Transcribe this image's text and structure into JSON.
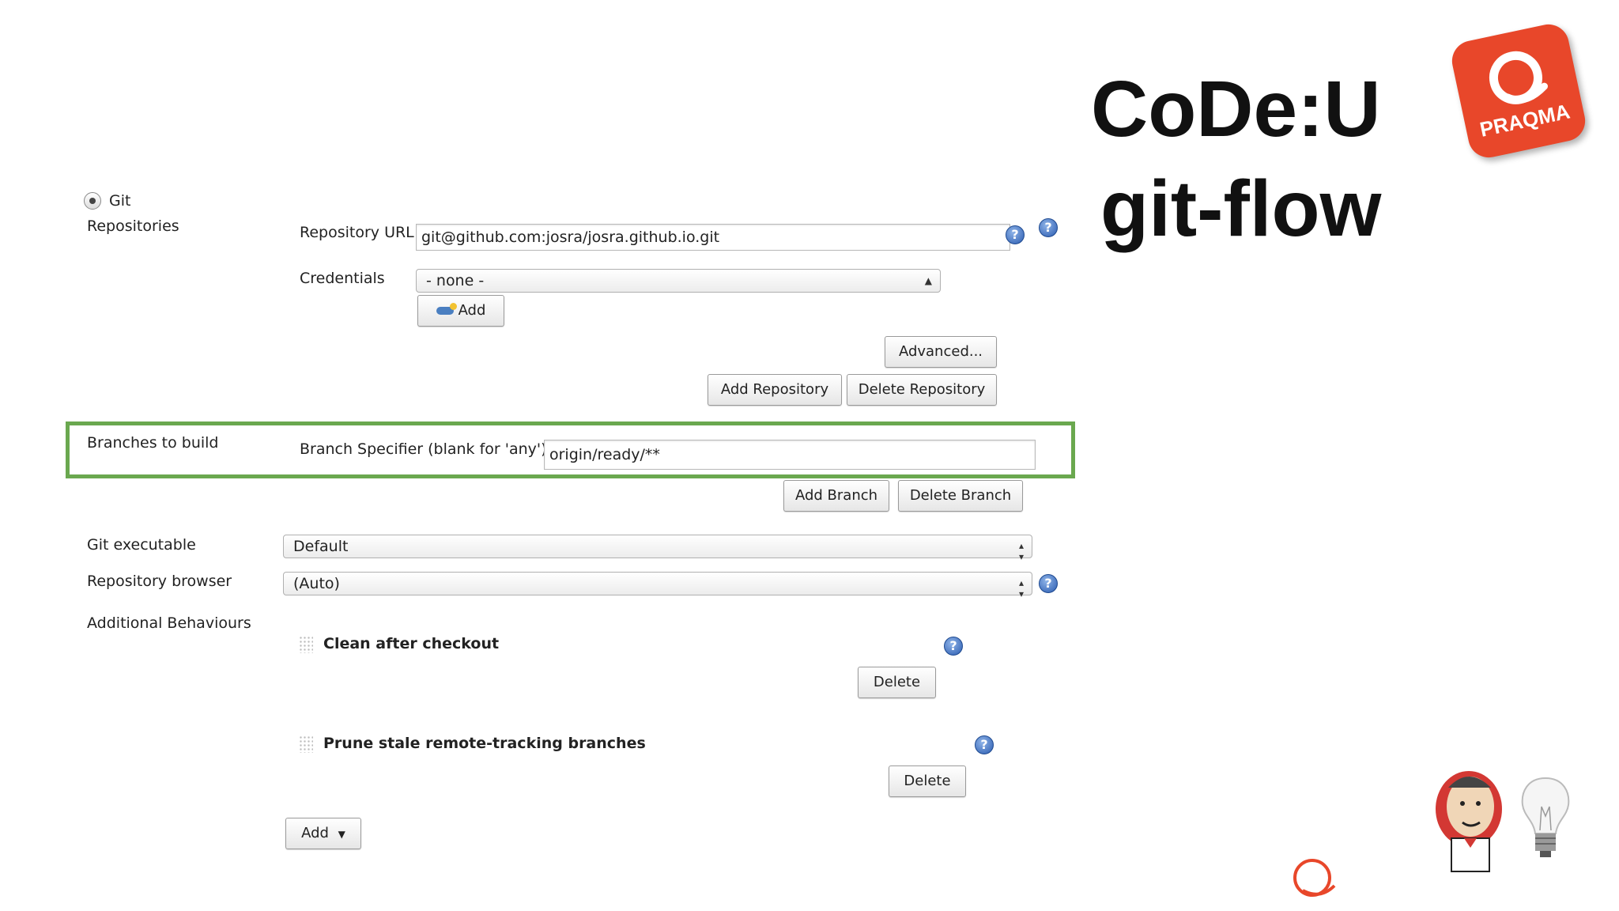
{
  "slide": {
    "title_line1": "CoDe:U",
    "title_line2": "git-flow",
    "logo_text": "PRAQMA"
  },
  "scm": {
    "git_radio_label": "Git",
    "repositories_label": "Repositories",
    "repo_url_label": "Repository URL",
    "repo_url_value": "git@github.com:josra/josra.github.io.git",
    "credentials_label": "Credentials",
    "credentials_value": "- none -",
    "add_credentials_label": "Add",
    "advanced_label": "Advanced...",
    "add_repository_label": "Add Repository",
    "delete_repository_label": "Delete Repository"
  },
  "branches": {
    "section_label": "Branches to build",
    "specifier_label": "Branch Specifier (blank for 'any')",
    "specifier_value": "origin/ready/**",
    "add_branch_label": "Add Branch",
    "delete_branch_label": "Delete Branch",
    "highlight_color": "#6aa84f"
  },
  "git_exec": {
    "label": "Git executable",
    "value": "Default"
  },
  "repo_browser": {
    "label": "Repository browser",
    "value": "(Auto)"
  },
  "behaviours": {
    "section_label": "Additional Behaviours",
    "items": [
      {
        "title": "Clean after checkout",
        "delete_label": "Delete"
      },
      {
        "title": "Prune stale remote-tracking branches",
        "delete_label": "Delete"
      }
    ],
    "add_label": "Add"
  },
  "icons": {
    "help": "help-icon",
    "credentials_add": "key-icon",
    "dropdown": "dropdown-arrow-icon",
    "jenkins": "jenkins-butler-icon",
    "bulb": "lightbulb-icon"
  }
}
